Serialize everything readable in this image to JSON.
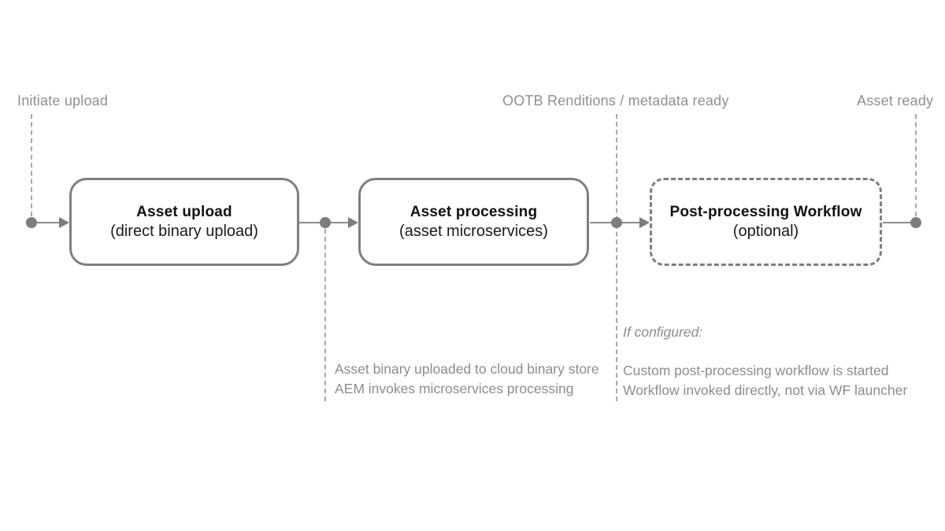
{
  "diagram": {
    "description": "Asset upload and processing flow"
  },
  "colors": {
    "background": "#ffffff",
    "label_gray": "#909090",
    "annotation_gray": "#8d8d8d",
    "connector_gray": "#8c8c8c",
    "dot_gray": "#7d7d7d",
    "box_border_gray": "#7f7f7f",
    "box_text": "#111111"
  },
  "timeline": {
    "labels": [
      {
        "id": "initiate-upload",
        "text": "Initiate upload"
      },
      {
        "id": "renditions-metadata-ready",
        "text": "OOTB Renditions / metadata ready"
      },
      {
        "id": "asset-ready",
        "text": "Asset ready"
      }
    ]
  },
  "boxes": [
    {
      "id": "asset-upload",
      "title": "Asset upload",
      "subtitle": "(direct binary upload)",
      "border": "solid"
    },
    {
      "id": "asset-processing",
      "title": "Asset processing",
      "subtitle": "(asset microservices)",
      "border": "solid"
    },
    {
      "id": "post-processing-workflow",
      "title": "Post-processing Workflow",
      "subtitle": "(optional)",
      "border": "dashed"
    }
  ],
  "annotations": {
    "processing": {
      "lines": [
        "Asset binary uploaded to cloud binary store",
        "AEM invokes microservices processing"
      ]
    },
    "workflow": {
      "intro": "If configured:",
      "lines": [
        "Custom post-processing workflow is started",
        "Workflow invoked directly, not via WF launcher"
      ]
    }
  }
}
